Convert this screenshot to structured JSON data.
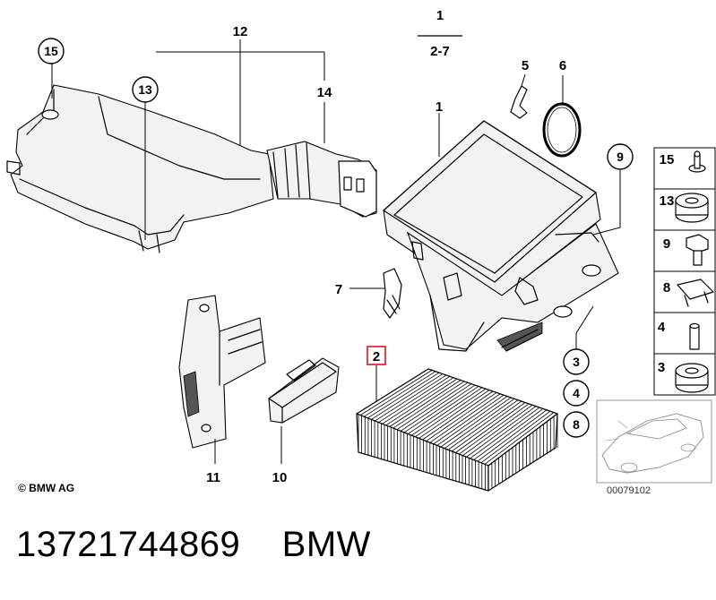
{
  "diagram": {
    "header": {
      "top": "1",
      "bottom": "2-7"
    },
    "labels": {
      "p1": "1",
      "p2": "2",
      "p3": "3",
      "p4": "4",
      "p5": "5",
      "p6": "6",
      "p7": "7",
      "p8": "8",
      "p9": "9",
      "p10": "10",
      "p11": "11",
      "p12": "12",
      "p13": "13",
      "p14": "14",
      "p15": "15"
    },
    "side_legend": [
      "15",
      "13",
      "9",
      "8",
      "4",
      "3"
    ],
    "highlighted_label": "2",
    "highlight_color": "#e03030"
  },
  "footer": {
    "copyright": "© BMW AG",
    "reference_code": "00079102",
    "part_number": "13721744869",
    "brand": "BMW"
  }
}
